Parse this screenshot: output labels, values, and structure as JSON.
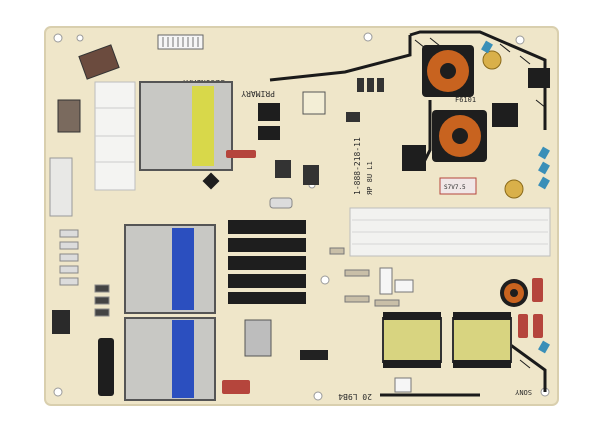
{
  "colors": {
    "background": "#ffffff",
    "board": "#efe6c9",
    "board_edge": "#d9cfae",
    "silkscreen": "#2a2a2a",
    "heatsink_metal": "#c8c8c4",
    "blue_label": "#2b4fbf",
    "yellow_label": "#d8d84a",
    "copper_coil": "#c8631f",
    "capacitor_red": "#b5453c",
    "transformer_yellow": "#d8d480",
    "mosfet_black": "#1e1e1e"
  },
  "board": {
    "silkscreen_text": {
      "secondary": "SECONDARY",
      "primary": "PRIMARY",
      "part_number": "1-888-218-11",
      "version": "ЯP 8U L1",
      "bottom_label": "20 L9B4",
      "sony": "SONY",
      "fuse": "F6101",
      "yellow_sticker": "S7V7.5"
    }
  }
}
